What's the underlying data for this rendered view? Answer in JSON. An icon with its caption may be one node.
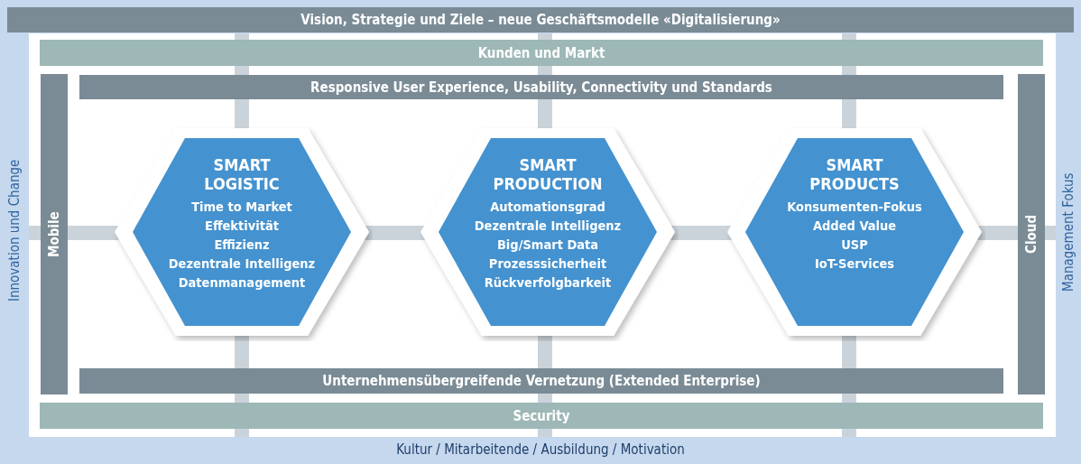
{
  "diagram": {
    "nodes": [
      {
        "text": [
          "Innovation und Change",
          "Management Fokus",
          "Kultur / Mitarbeitende / Ausbildung / Motivation"
        ]
      },
      {
        "text": [
          "Vision, Strategie und Ziele – neue Geschäftsmodelle «Digitalisierung»"
        ],
        "in": 0
      },
      {
        "text": [],
        "shape": "box",
        "in": 0
      },
      {
        "text": [
          "Kunden und Markt"
        ],
        "in": 2
      },
      {
        "text": [
          "Mobile"
        ],
        "in": 2
      },
      {
        "text": [
          "Responsive User Experience, Usability, Connectivity und Standards"
        ],
        "in": 2
      },
      {
        "text": [
          "SMART LOGISTIC",
          "Time to Market",
          "Effektivität",
          "Effizienz",
          "Dezentrale Intelligenz",
          "Datenmanagement"
        ],
        "in": 2
      },
      {
        "text": [
          "SMART PRODUCTION",
          "Automationsgrad",
          "Dezentrale Intelligenz",
          "Big/Smart Data",
          "Prozesssicherheit",
          "Rückverfolgbarkeit"
        ],
        "in": 2
      },
      {
        "text": [
          "SMART PRODUCTS",
          "Konsumenten-Fokus",
          "Added Value",
          "USP",
          "IoT-Services"
        ],
        "in": 2
      },
      {
        "text": [
          "Cloud"
        ],
        "in": 2
      },
      {
        "text": [
          "Unternehmensübergreifende Vernetzung (Extended Enterprise)"
        ],
        "in": 2
      },
      {
        "text": [
          "Security"
        ],
        "in": 2
      }
    ]
  }
}
